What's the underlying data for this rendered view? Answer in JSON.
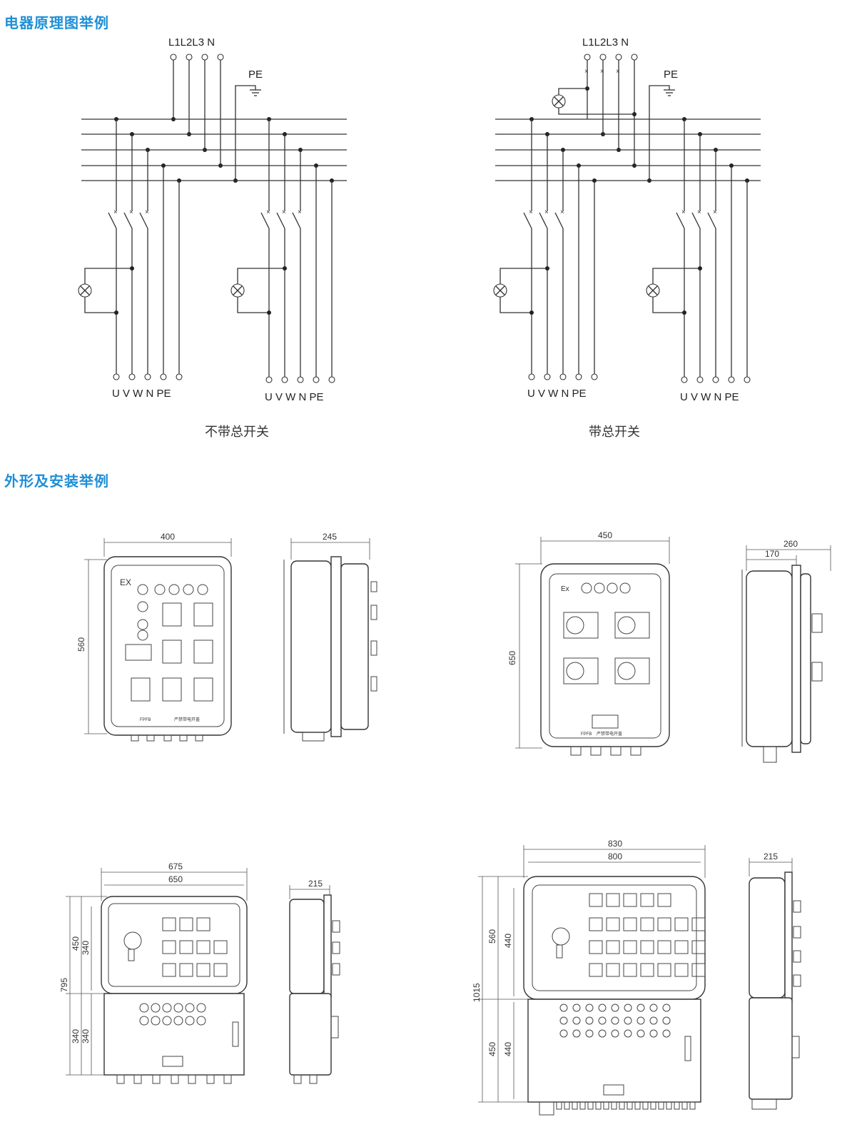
{
  "headings": {
    "schematic": "电器原理图举例",
    "outline": "外形及安装举例"
  },
  "schematic_left": {
    "supply_labels": "L1L2L3 N",
    "pe_label": "PE",
    "outputs_a": "U V W  N PE",
    "outputs_b": "U V W  N PE",
    "caption": "不带总开关"
  },
  "schematic_right": {
    "supply_labels": "L1L2L3 N",
    "pe_label": "PE",
    "outputs_a": "U V W  N PE",
    "outputs_b": "U V W  N PE",
    "caption": "带总开关"
  },
  "box_a": {
    "width": "400",
    "height": "560",
    "depth": "245",
    "ex_mark": "EX",
    "brand": "FPFB",
    "nameplate": "严禁带电开盖"
  },
  "box_b": {
    "width": "450",
    "height": "650",
    "depth_outer": "260",
    "depth_inner": "170",
    "ex_mark": "Ex",
    "brand": "FPFB",
    "nameplate": "严禁带电开盖"
  },
  "box_c": {
    "width_outer": "675",
    "width_inner": "650",
    "height_total": "795",
    "upper_outer": "450",
    "upper_inner": "340",
    "lower_outer": "340",
    "lower_inner": "340",
    "depth": "215"
  },
  "box_d": {
    "width_outer": "830",
    "width_inner": "800",
    "height_total": "1015",
    "upper_outer": "560",
    "upper_inner": "440",
    "lower_outer": "450",
    "lower_inner": "440",
    "depth": "215"
  }
}
